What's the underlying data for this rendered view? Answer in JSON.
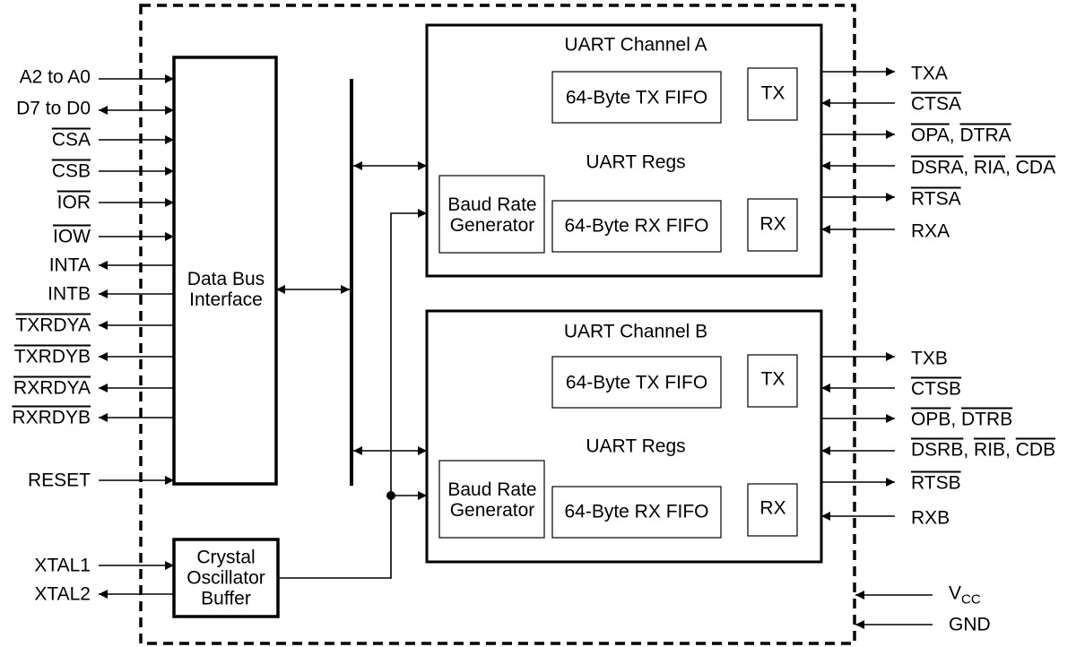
{
  "left_pins": [
    {
      "name": "A2 to A0",
      "bar": false
    },
    {
      "name": "D7 to D0",
      "bar": false
    },
    {
      "name": "CSA",
      "bar": true
    },
    {
      "name": "CSB",
      "bar": true
    },
    {
      "name": "IOR",
      "bar": true
    },
    {
      "name": "IOW",
      "bar": true
    },
    {
      "name": "INTA",
      "bar": false
    },
    {
      "name": "INTB",
      "bar": false
    },
    {
      "name": "TXRDYA",
      "bar": true
    },
    {
      "name": "TXRDYB",
      "bar": true
    },
    {
      "name": "RXRDYA",
      "bar": true
    },
    {
      "name": "RXRDYB",
      "bar": true
    },
    {
      "name": "RESET",
      "bar": false
    },
    {
      "name": "XTAL1",
      "bar": false
    },
    {
      "name": "XTAL2",
      "bar": false
    }
  ],
  "blocks": {
    "data_bus_interface": "Data Bus Interface",
    "crystal_oscillator": "Crystal Oscillator Buffer"
  },
  "channel_a": {
    "title": "UART Channel A",
    "tx_fifo": "64-Byte TX FIFO",
    "tx": "TX",
    "regs": "UART Regs",
    "baud": "Baud Rate Generator",
    "rx_fifo": "64-Byte RX FIFO",
    "rx": "RX"
  },
  "channel_b": {
    "title": "UART Channel B",
    "tx_fifo": "64-Byte TX FIFO",
    "tx": "TX",
    "regs": "UART Regs",
    "baud": "Baud Rate Generator",
    "rx_fifo": "64-Byte RX FIFO",
    "rx": "RX"
  },
  "right_pins_a": {
    "txa": "TXA",
    "ctsa": "CTSA",
    "opa": "OPA",
    "dtra": "DTRA",
    "dsra": "DSRA",
    "ria": "RIA",
    "cda": "CDA",
    "rtsa": "RTSA",
    "rxa": "RXA"
  },
  "right_pins_b": {
    "txb": "TXB",
    "ctsb": "CTSB",
    "opb": "OPB",
    "dtrb": "DTRB",
    "dsrb": "DSRB",
    "rib": "RIB",
    "cdb": "CDB",
    "rtsb": "RTSB",
    "rxb": "RXB"
  },
  "power": {
    "vcc_main": "V",
    "vcc_sub": "CC",
    "gnd": "GND"
  },
  "separator": ","
}
